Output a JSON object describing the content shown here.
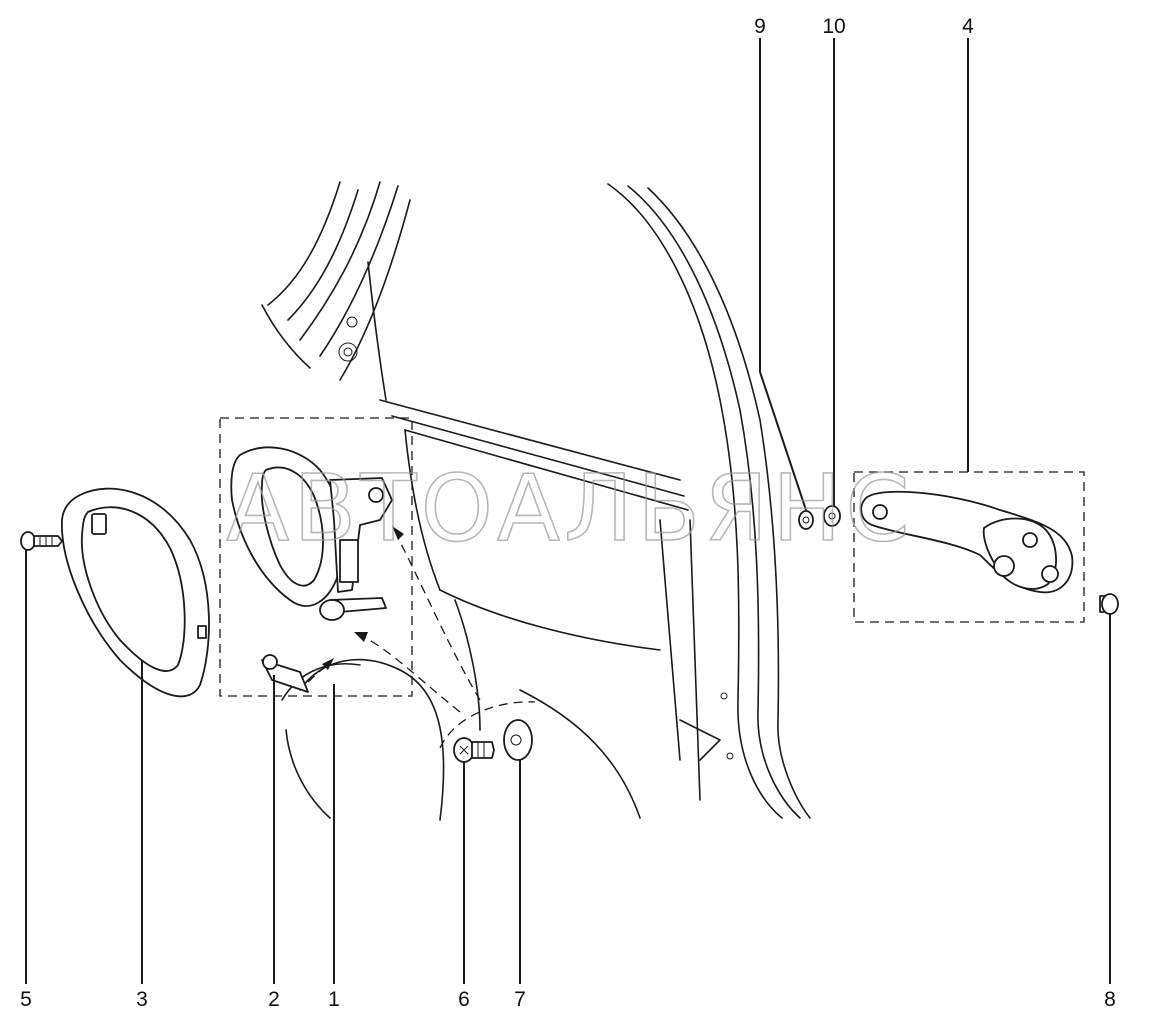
{
  "watermark": "АВТОАЛЬЯНС",
  "callouts": {
    "c1": "1",
    "c2": "2",
    "c3": "3",
    "c4": "4",
    "c5": "5",
    "c6": "6",
    "c7": "7",
    "c8": "8",
    "c9": "9",
    "c10": "10"
  }
}
